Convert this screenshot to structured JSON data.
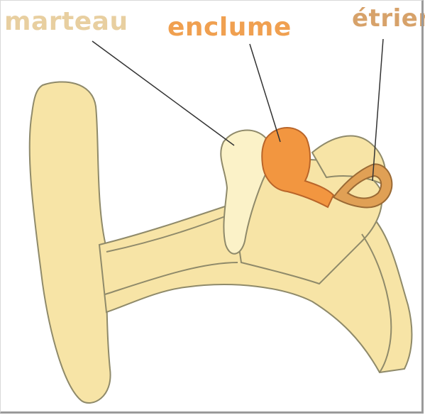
{
  "labels": {
    "marteau": "marteau",
    "enclume": "enclume",
    "etrier": "étrier"
  },
  "colors": {
    "ear_fill": "#f7e4a6",
    "ear_outline": "#8f8a6a",
    "marteau_fill": "#fbf2c8",
    "enclume_fill": "#f29640",
    "etrier_fill": "#e0a055",
    "marteau_label": "#e8cfa0",
    "enclume_label": "#f0a050",
    "etrier_label": "#d7a26a"
  }
}
